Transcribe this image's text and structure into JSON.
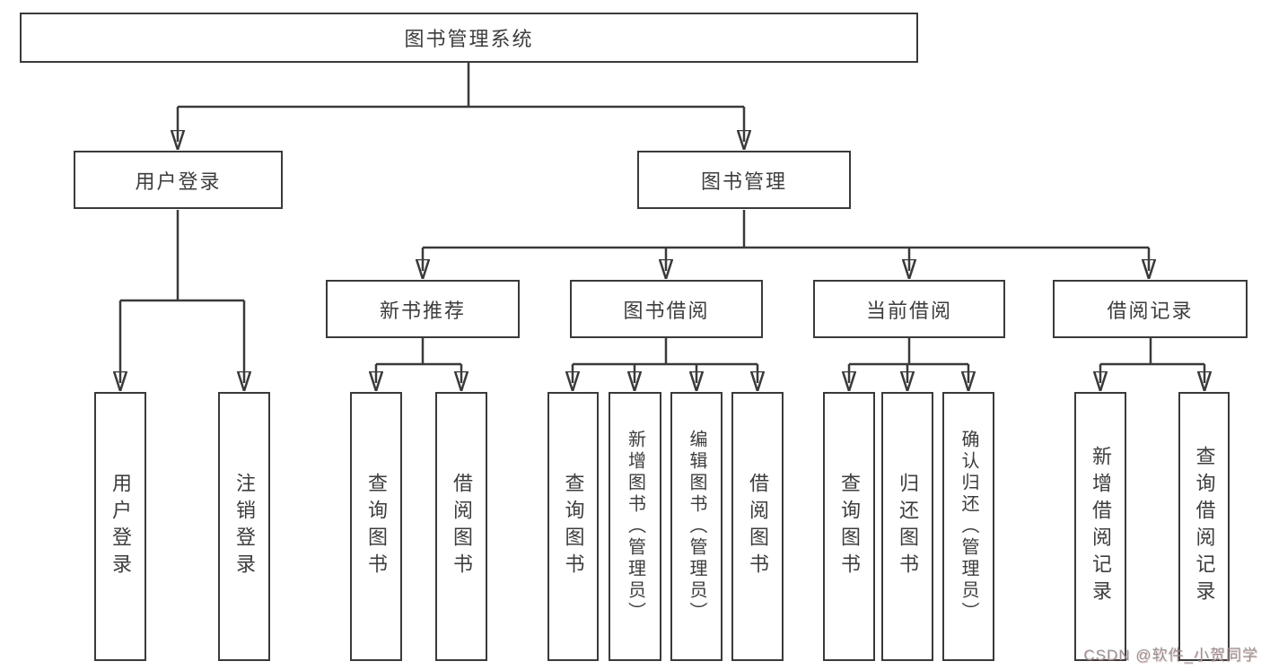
{
  "diagram": {
    "title": "图书管理系统",
    "root": {
      "label": "图书管理系统"
    },
    "level2": [
      {
        "label": "用户登录"
      },
      {
        "label": "图书管理"
      }
    ],
    "level3": [
      {
        "label": "新书推荐"
      },
      {
        "label": "图书借阅"
      },
      {
        "label": "当前借阅"
      },
      {
        "label": "借阅记录"
      }
    ],
    "leaves": [
      {
        "label": "用户登录",
        "parent": "用户登录"
      },
      {
        "label": "注销登录",
        "parent": "用户登录"
      },
      {
        "label": "查询图书",
        "parent": "新书推荐"
      },
      {
        "label": "借阅图书",
        "parent": "新书推荐"
      },
      {
        "label": "查询图书",
        "parent": "图书借阅"
      },
      {
        "label": "新增图书（管理员）",
        "parent": "图书借阅"
      },
      {
        "label": "编辑图书（管理员）",
        "parent": "图书借阅"
      },
      {
        "label": "借阅图书",
        "parent": "图书借阅"
      },
      {
        "label": "查询图书",
        "parent": "当前借阅"
      },
      {
        "label": "归还图书",
        "parent": "当前借阅"
      },
      {
        "label": "确认归还（管理员）",
        "parent": "当前借阅"
      },
      {
        "label": "新增借阅记录",
        "parent": "借阅记录"
      },
      {
        "label": "查询借阅记录",
        "parent": "借阅记录"
      }
    ]
  },
  "colors": {
    "line": "#3a3a3a",
    "box_border": "#3a3a3a",
    "text": "#3d3d3d",
    "background": "#ffffff",
    "watermark": "#949494"
  },
  "watermark": {
    "text": "CSDN @软件_小贺同学"
  }
}
